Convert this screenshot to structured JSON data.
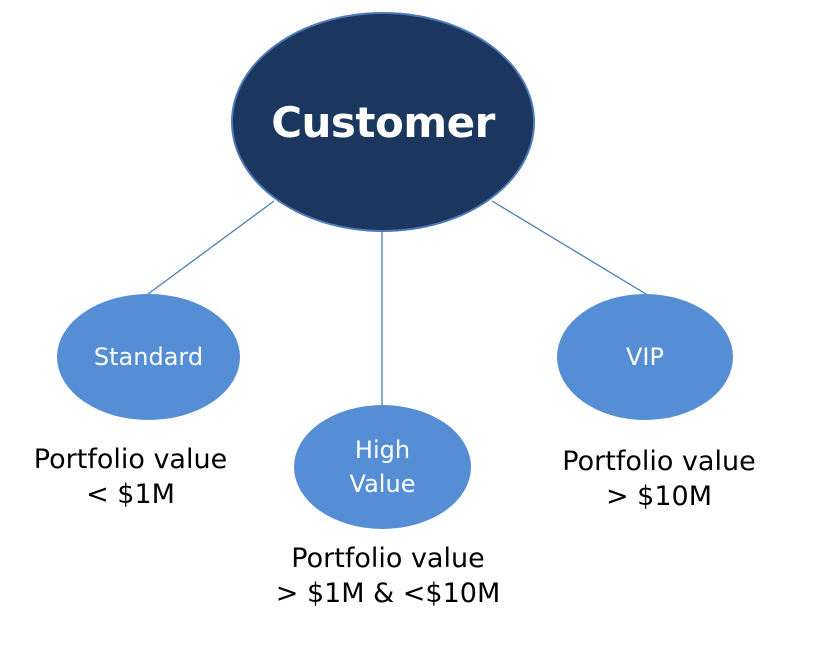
{
  "root": {
    "label": "Customer",
    "fill": "#1b365f",
    "border": "#4f79b8"
  },
  "children": [
    {
      "label": "Standard",
      "caption": [
        "Portfolio value",
        "< $1M"
      ]
    },
    {
      "label": "High Value",
      "caption": [
        "Portfolio value",
        "> $1M & <$10M"
      ]
    },
    {
      "label": "VIP",
      "caption": [
        "Portfolio value",
        "> $10M"
      ]
    }
  ],
  "colors": {
    "child_fill": "#558ed5",
    "connector": "#4a7ebb",
    "caption_text": "#000000"
  }
}
